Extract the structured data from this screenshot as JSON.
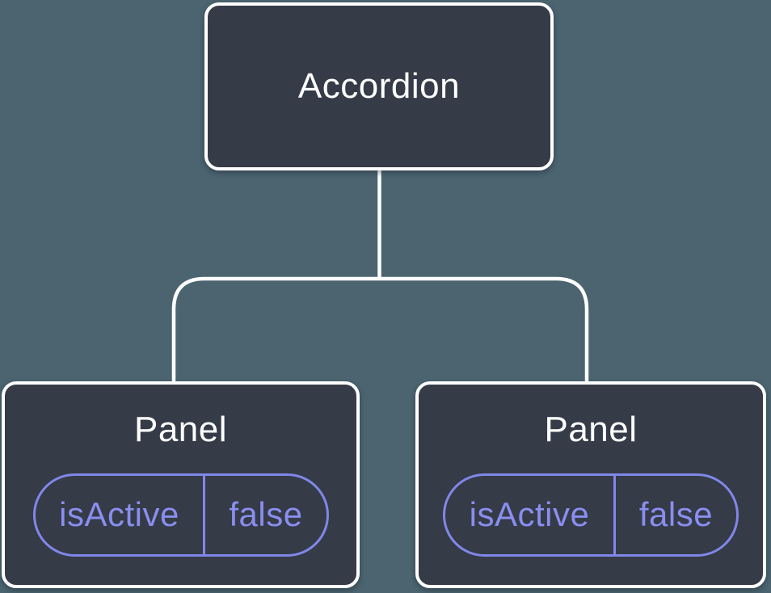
{
  "diagram": {
    "description": "component-tree",
    "root": {
      "label": "Accordion"
    },
    "children": [
      {
        "label": "Panel",
        "state": {
          "name": "isActive",
          "value": "false"
        }
      },
      {
        "label": "Panel",
        "state": {
          "name": "isActive",
          "value": "false"
        }
      }
    ]
  },
  "colors": {
    "background": "#4b6470",
    "node_fill": "#353b47",
    "node_border": "#ffffff",
    "connector": "#ffffff",
    "state_accent": "#8187e8",
    "state_text": "#8a8ef0",
    "title_text": "#ffffff"
  }
}
